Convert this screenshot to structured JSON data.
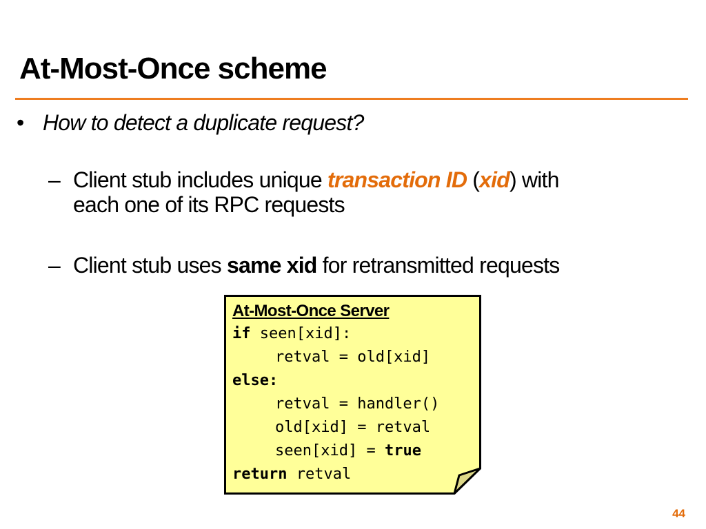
{
  "slide": {
    "title": "At-Most-Once scheme",
    "page_number": "44"
  },
  "colors": {
    "accent": "#e36c0a",
    "rule": "#ee7d20",
    "note_fill": "#ffff99",
    "note_fold": "#ddd888"
  },
  "bullets": {
    "marker": "•",
    "question": "How to detect a duplicate request?",
    "sub1": {
      "dash": "–",
      "pre": "Client stub includes unique ",
      "accent": "transaction ID",
      "paren_open": " (",
      "accent2": "xid",
      "paren_close": ") with",
      "cont": "each one of its RPC requests"
    },
    "sub2": {
      "dash": "–",
      "pre": "Client stub uses ",
      "bold": "same xid",
      "post": " for retransmitted requests"
    }
  },
  "note": {
    "title": "At-Most-Once Server",
    "lines": {
      "l1_kw": "if",
      "l1_rest": " seen[xid]:",
      "l2": "retval = old[xid]",
      "l3_kw": "else:",
      "l4": "retval = handler()",
      "l5": "old[xid] = retval",
      "l6_pre": "seen[xid] = ",
      "l6_kw": "true",
      "l7_kw": "return",
      "l7_rest": " retval"
    }
  }
}
